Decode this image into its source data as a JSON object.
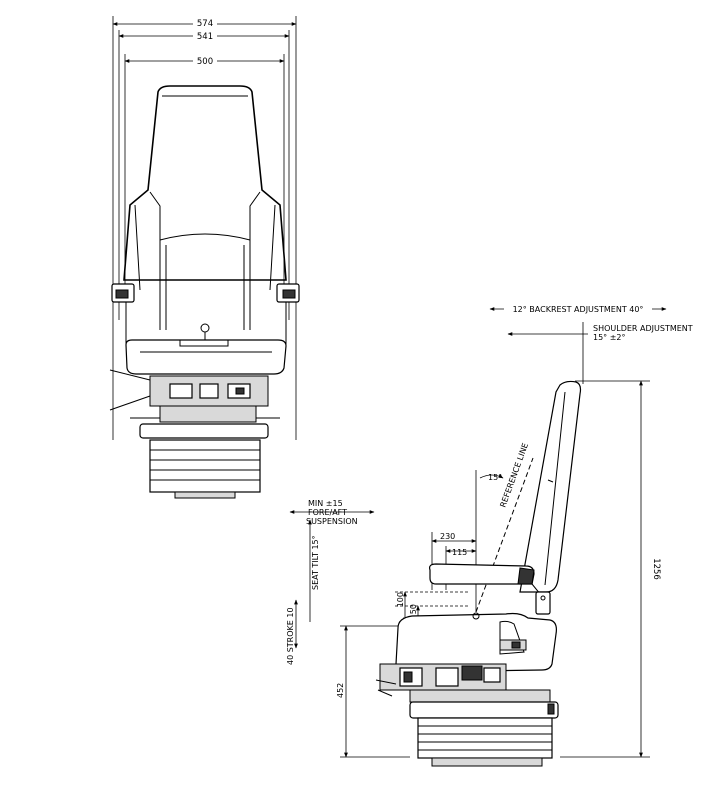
{
  "front_view": {
    "dim_overall": "574",
    "dim_armrests": "541",
    "dim_backrest": "500"
  },
  "side_view": {
    "backrest_adjustment": "12° BACKREST ADJUSTMENT 40°",
    "shoulder_adjustment_line1": "SHOULDER ADJUSTMENT",
    "shoulder_adjustment_line2": "15° ±2°",
    "reference_line": "REFERENCE LINE",
    "angle_15": "15°",
    "fore_aft_line1": "MIN ±15",
    "fore_aft_line2": "FORE/AFT",
    "fore_aft_line3": "SUSPENSION",
    "dim_230": "230",
    "dim_115": "115",
    "dim_100": "100",
    "dim_50": "50",
    "seat_tilt": "SEAT TILT 15°",
    "stroke": "40 STROKE 10",
    "dim_452": "452",
    "dim_1256": "1256"
  }
}
